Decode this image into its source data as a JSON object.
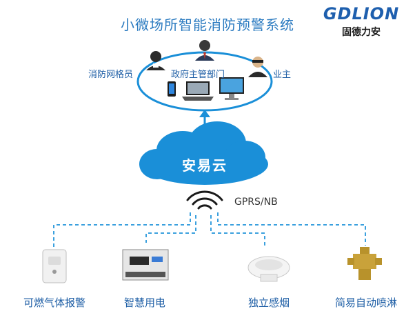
{
  "title": "小微场所智能消防预警系统",
  "logo": {
    "brand": "GDLION",
    "sub": "固德力安"
  },
  "users": {
    "left": "消防网格员",
    "center": "政府主管部门",
    "right": "业主"
  },
  "cloud": "安易云",
  "network": "GPRS/NB",
  "devices": [
    {
      "label": "可燃气体报警",
      "icon": "gas-detector-icon"
    },
    {
      "label": "智慧用电",
      "icon": "smart-meter-icon"
    },
    {
      "label": "独立感烟",
      "icon": "smoke-detector-icon"
    },
    {
      "label": "简易自动喷淋",
      "icon": "sprinkler-valve-icon"
    }
  ],
  "colors": {
    "accent": "#1f5fa6",
    "cloud": "#1a8fd8",
    "dash": "#3aa0de"
  }
}
